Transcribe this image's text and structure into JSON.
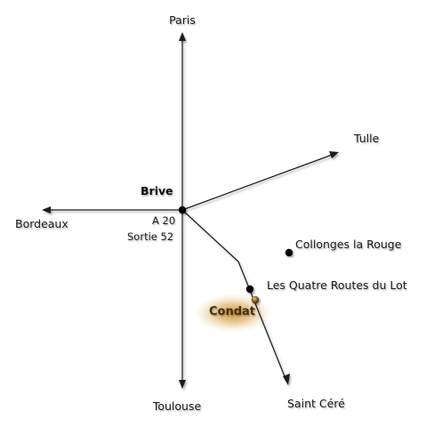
{
  "map": {
    "center_city": "Brive",
    "exit": {
      "road": "A 20",
      "label": "Sortie 52"
    },
    "destinations": {
      "north": "Paris",
      "east": "Tulle",
      "west": "Bordeaux",
      "south": "Toulouse",
      "southeast": "Saint Céré"
    },
    "places": {
      "collonges": "Collonges la Rouge",
      "quatre_routes": "Les Quatre Routes du Lot"
    },
    "highlight": {
      "name": "Condat",
      "color": "#c9953a"
    },
    "colors": {
      "road": "#1a1a1a",
      "marker": "#000000",
      "text": "#1a1a1a"
    }
  }
}
